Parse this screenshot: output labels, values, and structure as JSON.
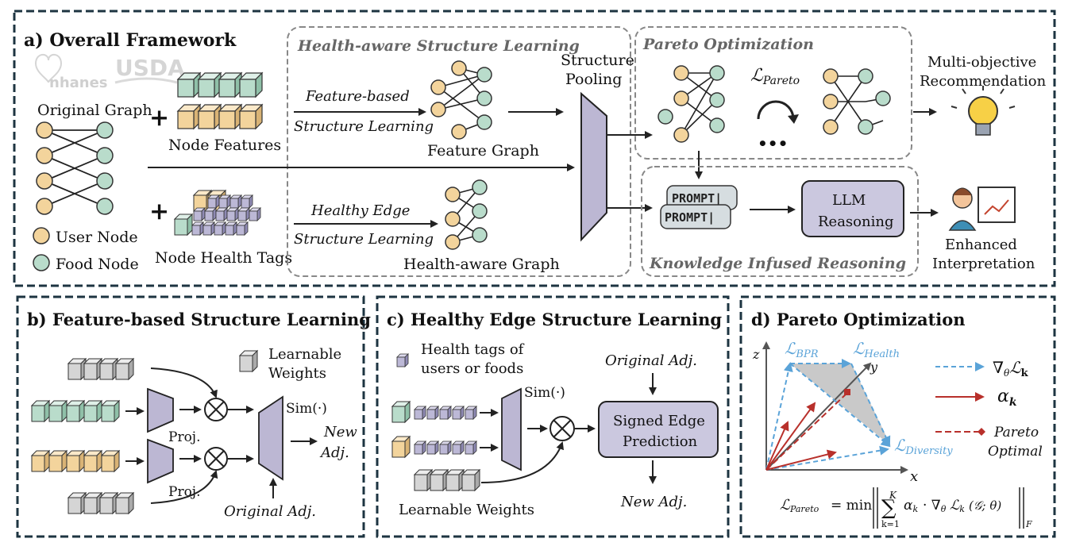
{
  "panel_a": {
    "title": "a) Overall Framework",
    "logos": {
      "nhanes": "nhanes",
      "usda": "USDA"
    },
    "original_graph": "Original Graph",
    "node_features": "Node Features",
    "node_health_tags": "Node Health Tags",
    "user_node": "User Node",
    "food_node": "Food Node",
    "hasl_title": "Health-aware Structure Learning",
    "feature_based_1": "Feature-based",
    "feature_based_2": "Structure Learning",
    "feature_graph": "Feature Graph",
    "healthy_edge_1": "Healthy Edge",
    "healthy_edge_2": "Structure Learning",
    "health_aware_graph": "Health-aware Graph",
    "structure_pooling_1": "Structure",
    "structure_pooling_2": "Pooling",
    "pareto_title": "Pareto Optimization",
    "l_pareto": "ℒ",
    "l_pareto_sub": "Pareto",
    "dots": "•••",
    "multi_obj_1": "Multi-objective",
    "multi_obj_2": "Recommendation",
    "prompt": "PROMPT|",
    "llm_1": "LLM",
    "llm_2": "Reasoning",
    "kir_title": "Knowledge Infused Reasoning",
    "enhanced_1": "Enhanced",
    "enhanced_2": "Interpretation"
  },
  "panel_b": {
    "title": "b) Feature-based Structure Learning",
    "learnable_1": "Learnable",
    "learnable_2": "Weights",
    "proj": "Proj.",
    "sim": "Sim(·)",
    "new_adj_1": "New",
    "new_adj_2": "Adj.",
    "original_adj": "Original Adj."
  },
  "panel_c": {
    "title": "c) Healthy Edge Structure Learning",
    "health_tags_1": "Health tags of",
    "health_tags_2": "users or foods",
    "original_adj": "Original Adj.",
    "sim": "Sim(·)",
    "signed_1": "Signed Edge",
    "signed_2": "Prediction",
    "learnable": "Learnable Weights",
    "new_adj": "New Adj."
  },
  "panel_d": {
    "title": "d) Pareto Optimization",
    "l_bpr": "ℒ",
    "l_bpr_sub": "BPR",
    "l_health": "ℒ",
    "l_health_sub": "Health",
    "l_diversity": "ℒ",
    "l_diversity_sub": "Diversity",
    "axis_z": "z",
    "axis_x": "x",
    "axis_y": "y",
    "legend_grad": "∇",
    "legend_grad_sub": "θ",
    "legend_grad_L": "ℒ",
    "legend_grad_k": "k",
    "legend_alpha": "α",
    "legend_alpha_k": "k",
    "legend_pareto_1": "Pareto",
    "legend_pareto_2": "Optimal",
    "formula_lhs": "ℒ",
    "formula_lhs_sub": "Pareto",
    "formula_eq": "= min",
    "formula_sum_top": "K",
    "formula_sum_bot": "k=1",
    "formula_body": "α",
    "formula_body_k": "k",
    "formula_dot": "· ∇",
    "formula_theta": "θ",
    "formula_L": "ℒ",
    "formula_args": "(𝒢; θ)",
    "formula_F": "F"
  },
  "colors": {
    "user": "#f3d49c",
    "food": "#b9dccb",
    "tag": "#bcb8d6",
    "proj": "#bcb7d3",
    "grey_cube": "#d5d5d5",
    "dark_border": "#1d3441",
    "arrow_red": "#b8302b",
    "arrow_blue": "#5aa3d8"
  }
}
